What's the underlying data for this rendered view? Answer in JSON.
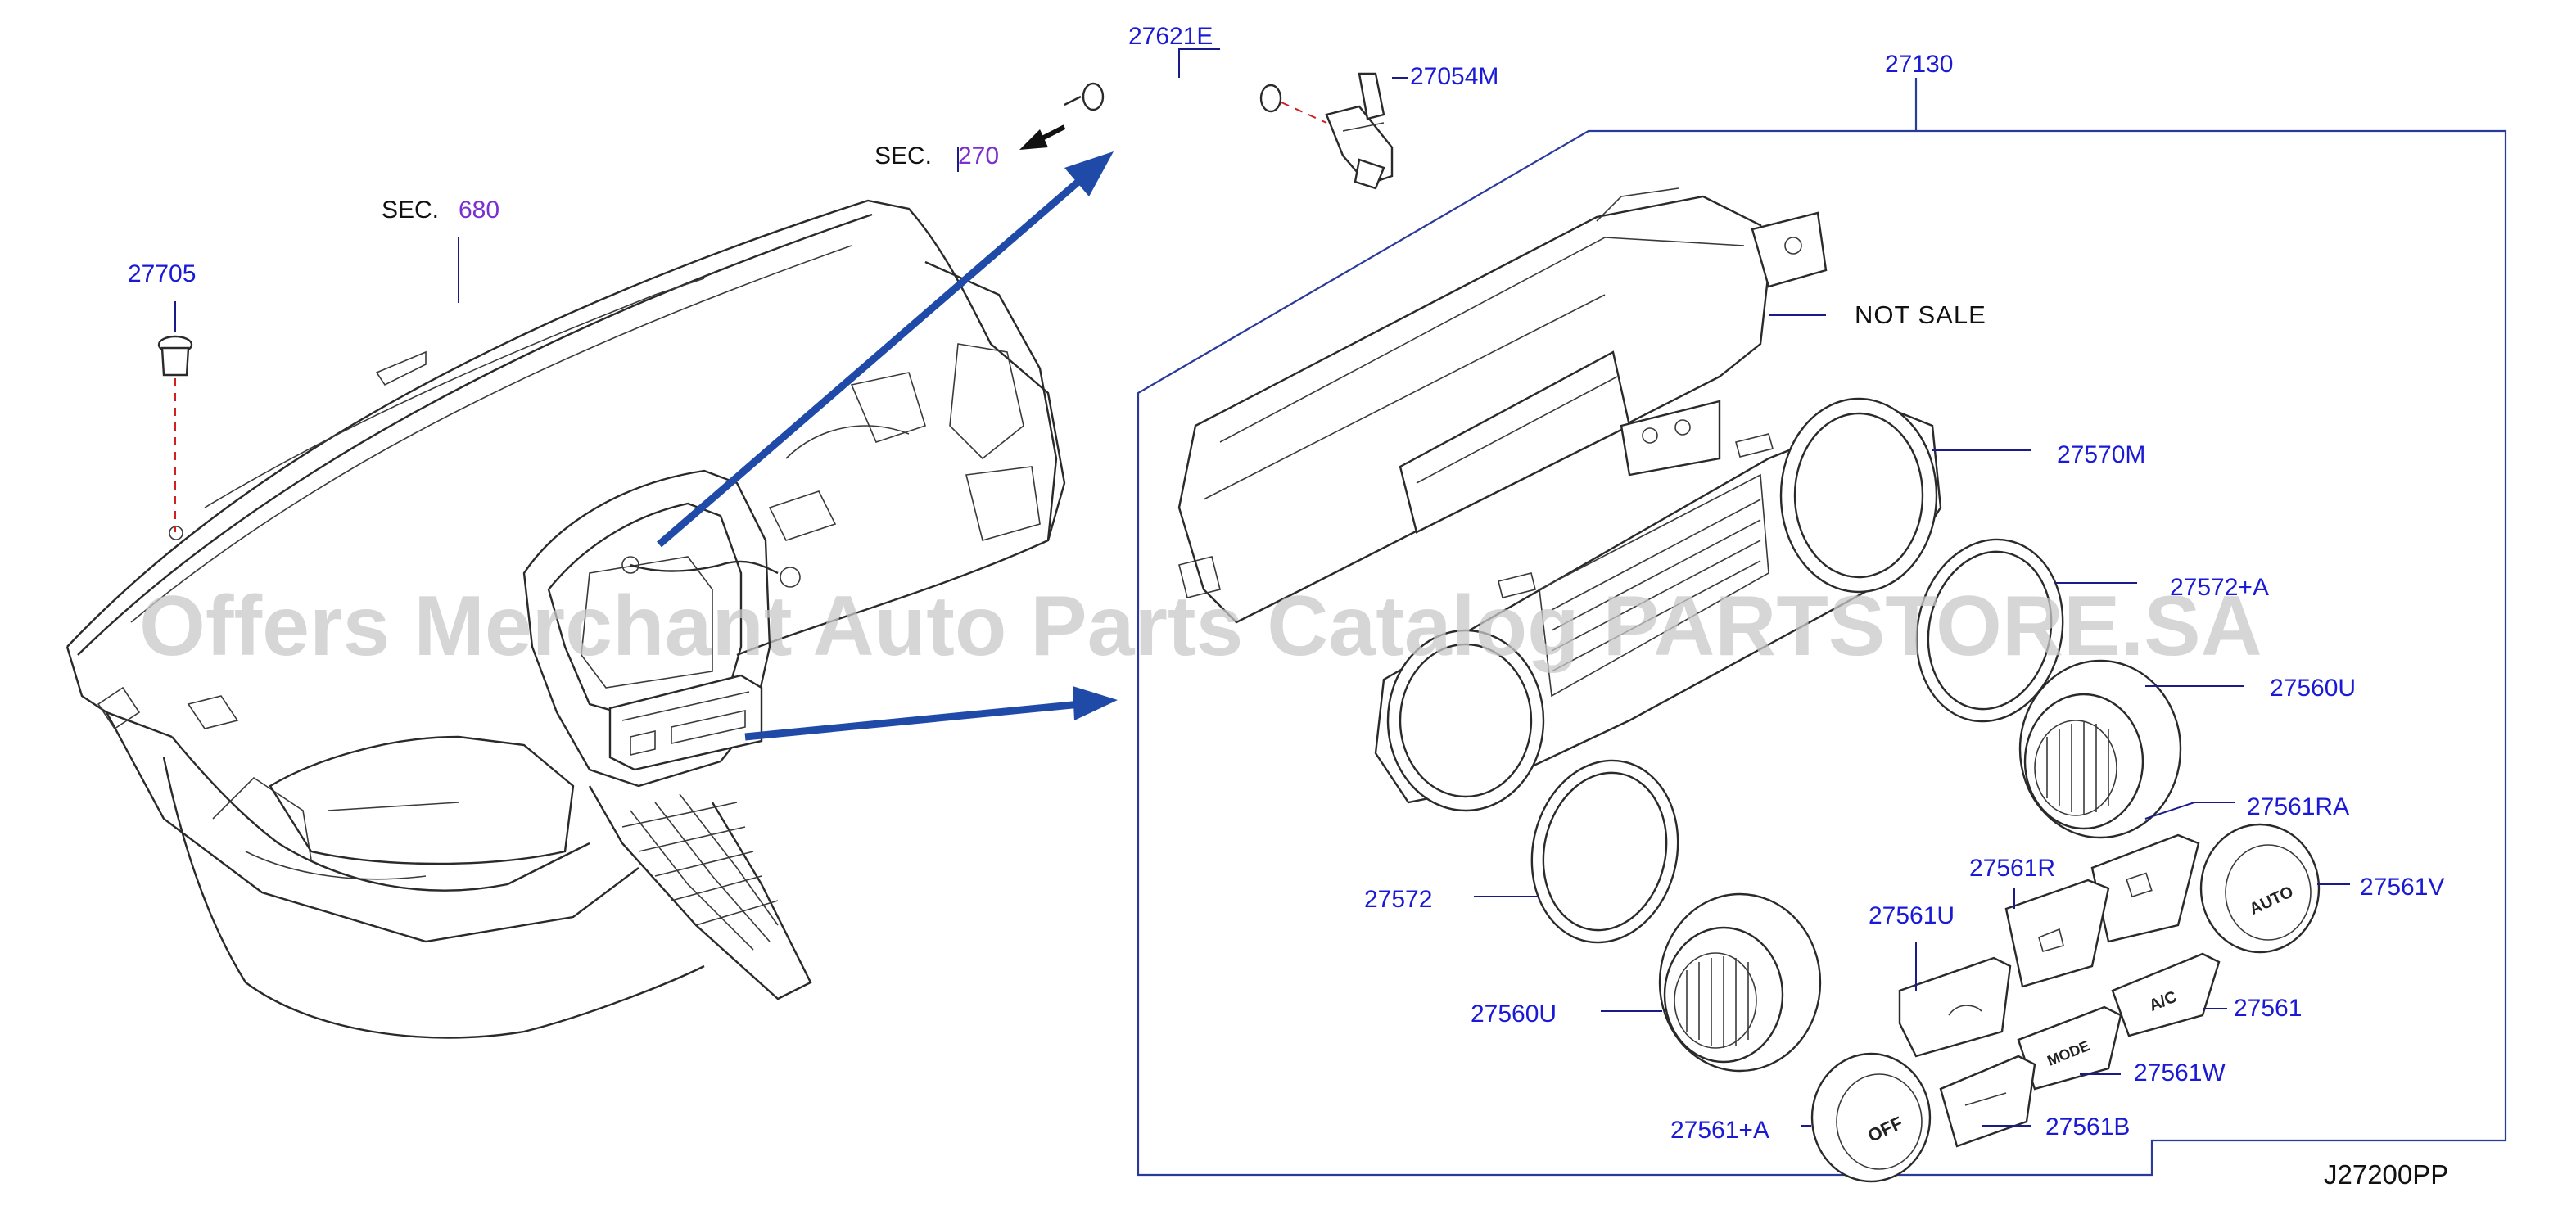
{
  "parts": {
    "p27621E": "27621E",
    "p27054M": "27054M",
    "p27130": "27130",
    "p27705": "27705",
    "p27570M": "27570M",
    "p27572A": "27572+A",
    "p27560U_top": "27560U",
    "p27561RA": "27561RA",
    "p27561R": "27561R",
    "p27561V": "27561V",
    "p27572": "27572",
    "p27561U": "27561U",
    "p27561": "27561",
    "p27560U_bottom": "27560U",
    "p27561W": "27561W",
    "p27561A": "27561+A",
    "p27561B": "27561B"
  },
  "sections": {
    "sec270_label": "SEC.",
    "sec270_num": "270",
    "sec680_label": "SEC.",
    "sec680_num": "680"
  },
  "notes": {
    "not_sale": "NOT SALE"
  },
  "button_glyphs": {
    "auto": "AUTO",
    "off": "OFF",
    "ac": "A/C",
    "mode": "MODE"
  },
  "watermark": "Offers Merchant Auto Parts Catalog PARTSTORE.SA",
  "diagram_code": "J27200PP",
  "colors": {
    "part_label": "#1a1ad6",
    "section_number": "#7a2fd0",
    "arrow": "#1f4aa8",
    "frame": "#2a3a9a",
    "dashed_leader": "#d02020"
  }
}
